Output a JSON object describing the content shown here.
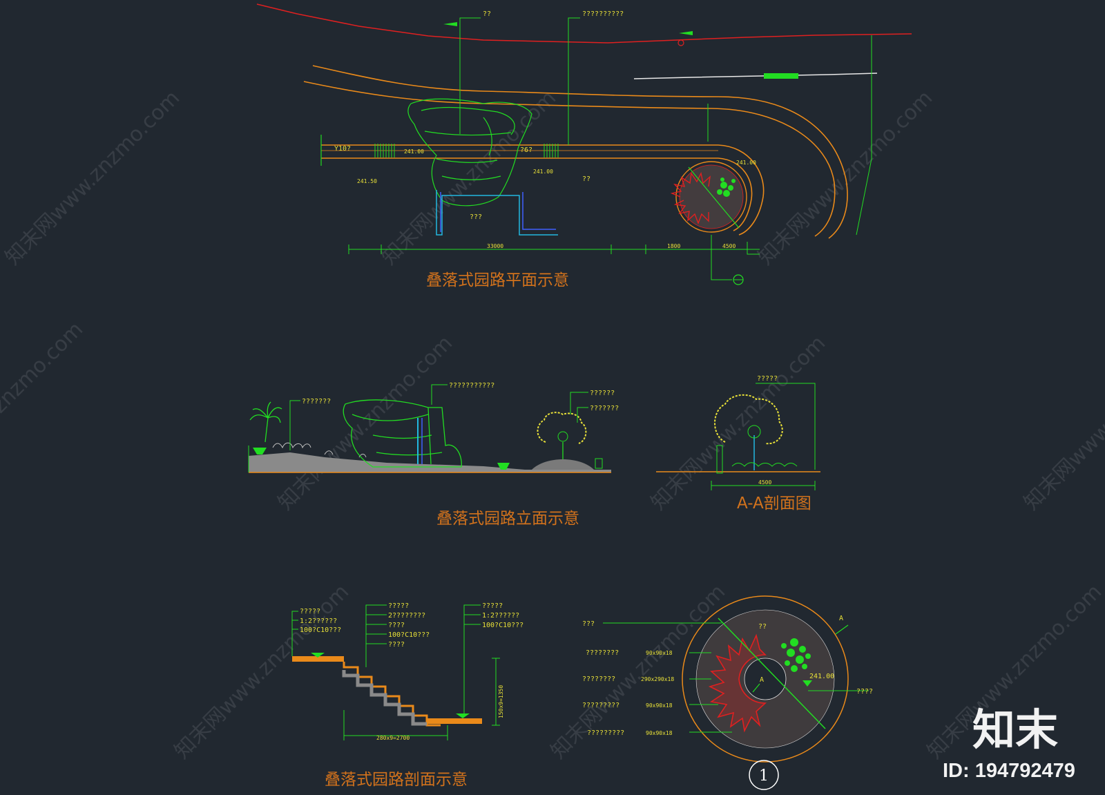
{
  "titles": {
    "plan": "叠落式园路平面示意",
    "elevation": "叠落式园路立面示意",
    "section_aa": "A-A剖面图",
    "section": "叠落式园路剖面示意"
  },
  "plan": {
    "ann_top_left": "??",
    "ann_top_right": "??????????",
    "ann_rock": "???",
    "ann_tree": "??",
    "level_a": "Y10?",
    "level_b": "?6?",
    "dim_main": "33000",
    "dim_mid": "1800",
    "dim_right": "4500",
    "elev_1": "241.50",
    "elev_2": "241.00",
    "elev_3": "241.00",
    "elev_4": "241.00"
  },
  "elevation": {
    "ann_palm": "???????",
    "ann_rock": "???????????",
    "ann_tree1": "??????",
    "ann_tree2": "???????"
  },
  "section_aa": {
    "ann_top": "?????",
    "dim": "4500"
  },
  "section": {
    "left_notes": [
      "?????",
      "1:2??????",
      "100?C10???"
    ],
    "mid_notes": [
      "?????",
      "2????????",
      "????",
      "100?C10???",
      "????"
    ],
    "right_notes": [
      "?????",
      "1:2??????",
      "100?C10???"
    ],
    "dim_bottom": "280x9=2700",
    "dim_side": "150x9=1350"
  },
  "detail": {
    "ann_left_top": "???",
    "notes": [
      "????????",
      "????????",
      "?????????",
      "?????????"
    ],
    "sizes": [
      "90x90x18",
      "290x290x18",
      "90x90x18",
      "90x90x18"
    ],
    "ann_inner": "??",
    "elev": "241.00",
    "right_note": "????",
    "cut_label": "A",
    "number": "1"
  },
  "watermarks": {
    "site": "知末网www.znzmo.com",
    "logo": "知末",
    "id": "ID: 194792479"
  },
  "colors": {
    "background": "#212830",
    "green": "#22dd22",
    "orange": "#ea8a1a",
    "red": "#e02020",
    "yellow": "#e8e038",
    "cyan": "#22b8e0",
    "title": "#d2721c"
  }
}
